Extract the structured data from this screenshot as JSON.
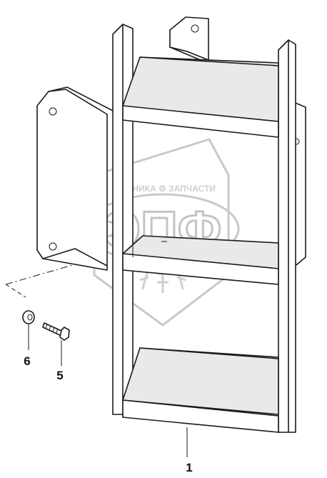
{
  "diagram": {
    "callouts": [
      {
        "id": "1",
        "label": "1"
      },
      {
        "id": "5",
        "label": "5"
      },
      {
        "id": "6",
        "label": "6"
      }
    ]
  },
  "watermark": {
    "top_text": "ТЕХНИКА ⚙ ЗАПЧАСТИ",
    "big_text": "ЭПФ",
    "color": "#c8c8c8"
  },
  "colors": {
    "line": "#1a1a1a",
    "background": "#ffffff"
  }
}
